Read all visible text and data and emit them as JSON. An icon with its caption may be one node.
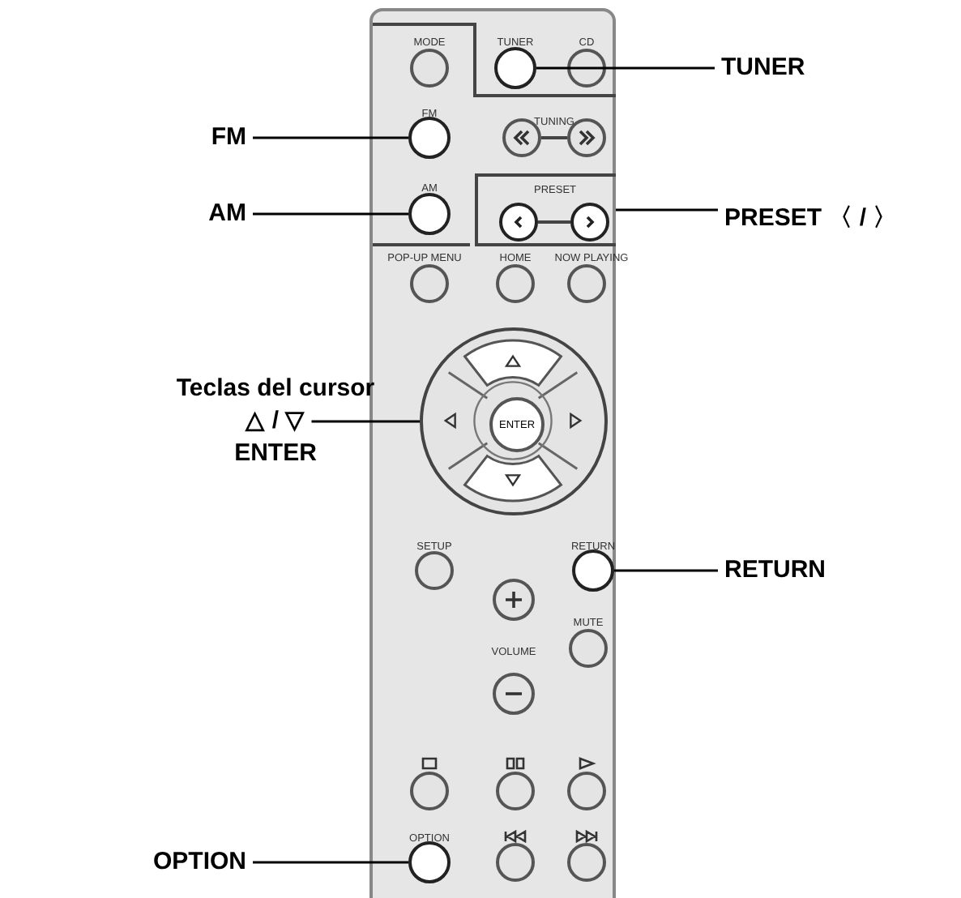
{
  "diagram": {
    "nodes": [
      {
        "text": [
          "TUNER"
        ]
      },
      {
        "text": [
          "FM"
        ]
      },
      {
        "text": [
          "AM"
        ]
      },
      {
        "text": [
          "PRESET 〈 / 〉"
        ]
      },
      {
        "text": [
          "Teclas del cursor △ / ▽ ENTER"
        ]
      },
      {
        "text": [
          "RETURN"
        ]
      },
      {
        "text": [
          "OPTION"
        ]
      },
      {
        "text": [],
        "shape": "circle"
      },
      {
        "text": [],
        "shape": "circle"
      },
      {
        "text": [],
        "shape": "circle"
      },
      {
        "text": [
          "PRESET"
        ]
      },
      {
        "text": [],
        "shape": "circle"
      },
      {
        "text": [
          "ENTER"
        ],
        "in": 11
      },
      {
        "text": [],
        "shape": "circle"
      },
      {
        "text": [],
        "shape": "circle"
      }
    ],
    "edges": [
      {
        "from": 0,
        "to": 7,
        "arrow": "none"
      },
      {
        "from": 1,
        "to": 8,
        "arrow": "none"
      },
      {
        "from": 2,
        "to": 9,
        "arrow": "none"
      },
      {
        "from": 3,
        "to": 10,
        "arrow": "none"
      },
      {
        "from": 4,
        "to": 11,
        "arrow": "none"
      },
      {
        "from": 5,
        "to": 13,
        "arrow": "none"
      },
      {
        "from": 6,
        "to": 14,
        "arrow": "none"
      }
    ],
    "labels": [
      "MODE",
      "TUNER",
      "CD",
      "FM",
      "TUNING",
      "AM",
      "POP-UP MENU",
      "HOME",
      "NOW PLAYING",
      "SETUP",
      "RETURN",
      "MUTE",
      "VOLUME",
      "OPTION"
    ]
  }
}
